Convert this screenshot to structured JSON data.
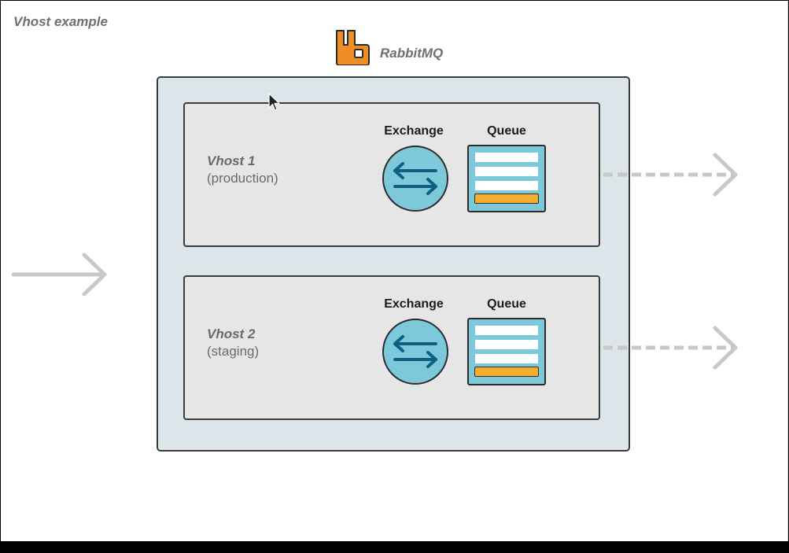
{
  "slide": {
    "title": "Vhost example"
  },
  "brand": {
    "name": "RabbitMQ",
    "logo_icon": "rabbitmq-logo-icon",
    "logo_color": "#f08e25"
  },
  "colors": {
    "server_bg": "#dbe5ea",
    "vhost_bg": "#e6e6e6",
    "exchange_fill": "#7ec8dc",
    "arrow_color": "#0e6280",
    "message_color": "#f5ae2f",
    "flow_arrow_color": "#c8c8c8"
  },
  "vhosts": [
    {
      "name": "Vhost 1",
      "env": "(production)",
      "exchange_label": "Exchange",
      "queue_label": "Queue"
    },
    {
      "name": "Vhost 2",
      "env": "(staging)",
      "exchange_label": "Exchange",
      "queue_label": "Queue"
    }
  ],
  "icons": {
    "exchange": "exchange-arrows-icon",
    "queue": "queue-icon",
    "incoming": "incoming-arrow-icon",
    "outgoing": "outgoing-dashed-arrow-icon",
    "cursor": "mouse-cursor-icon"
  }
}
